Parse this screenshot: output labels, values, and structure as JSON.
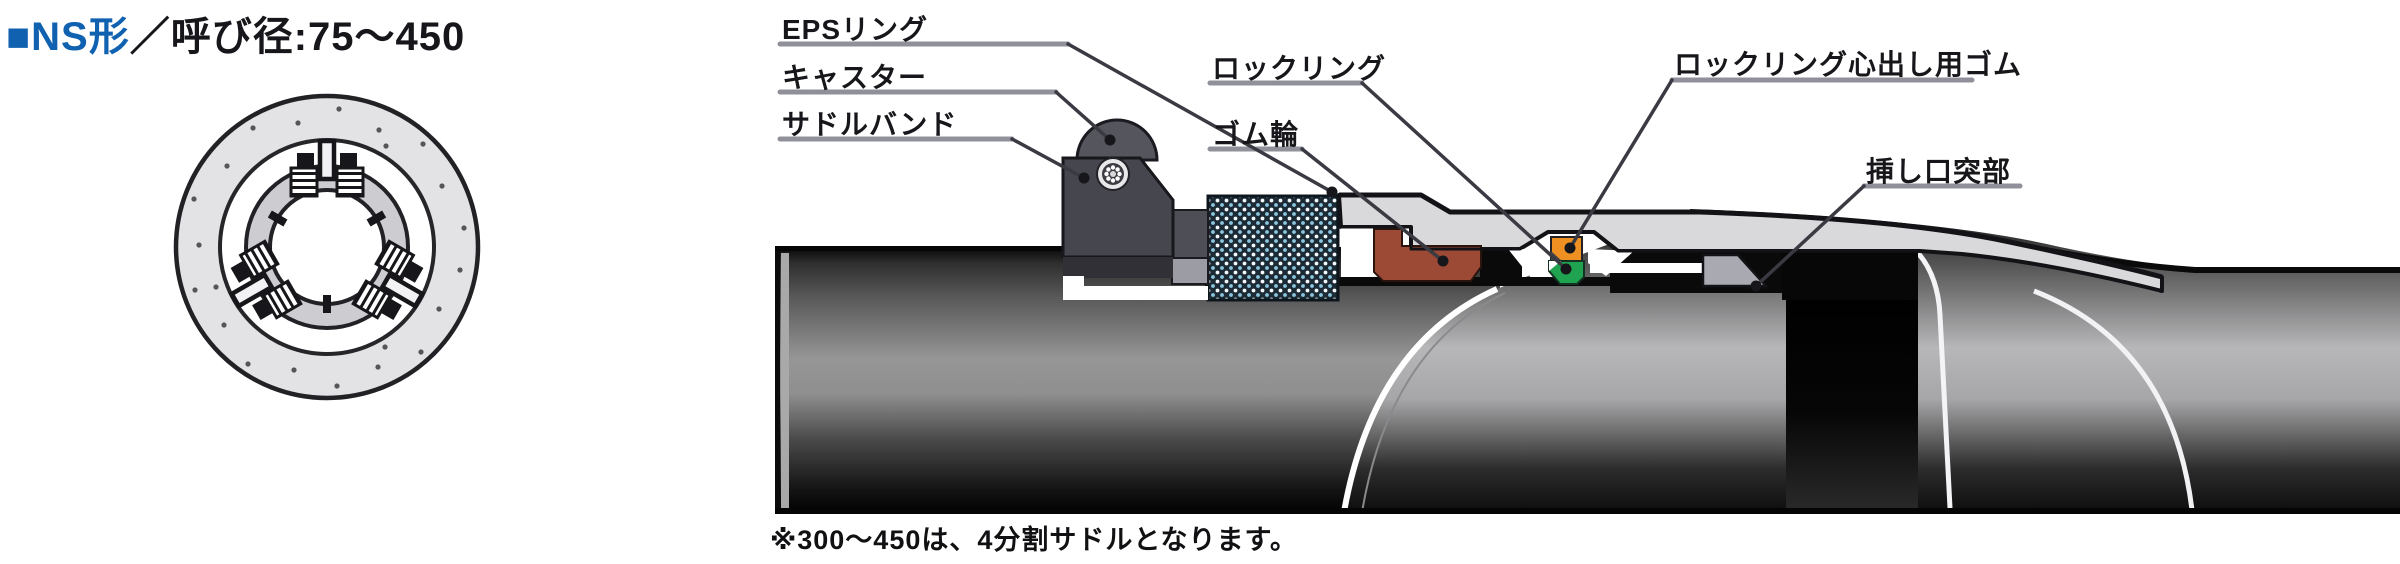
{
  "title": {
    "series": "■NS形",
    "size_range": "／呼び径:75〜450"
  },
  "labels": {
    "eps_ring": "EPSリング",
    "caster": "キャスター",
    "saddle_band": "サドルバンド",
    "lock_ring": "ロックリング",
    "rubber_ring": "ゴム輪",
    "lock_ring_centering_rubber": "ロックリング心出し用ゴム",
    "spigot_projection": "挿し口突部"
  },
  "note": {
    "text": "※300〜450は、4分割サドルとなります。"
  },
  "colors": {
    "title_blue": "#1061b0",
    "rubber_ring_red": "#9c4936",
    "lock_ring_green": "#1fa351",
    "centering_rubber_orange": "#ef9122",
    "eps_ring_navy": "#1b2a34",
    "eps_dot_blue": "#8cc6de",
    "saddle_gray": "#46464e"
  }
}
